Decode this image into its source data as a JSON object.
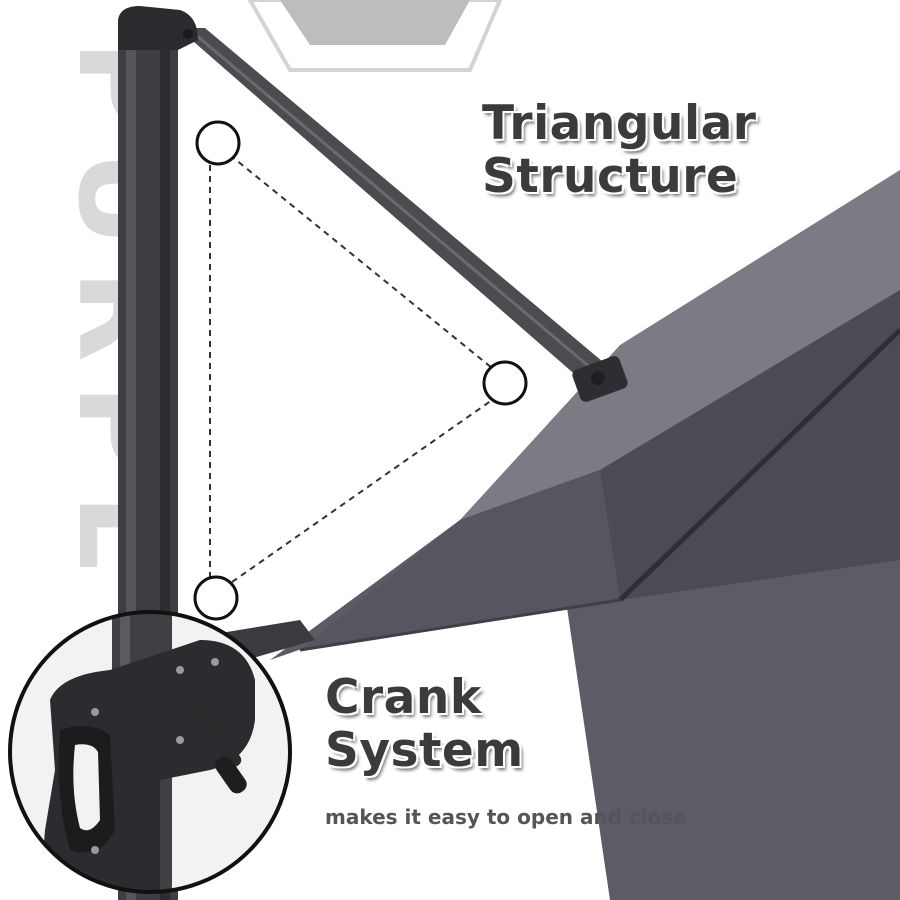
{
  "feature_top": {
    "line1": "Triangular",
    "line2": "Structure"
  },
  "feature_bottom": {
    "line1": "Crank",
    "line2": "System",
    "caption": "makes it easy to open and close"
  },
  "watermark": {
    "text": "PURPL"
  },
  "icons": [
    "hexagon-outline-icon",
    "pivot-point-icon"
  ],
  "colors": {
    "canopy": "#4a4b55",
    "canopy_highlight": "#6c6d77",
    "pole": "#3a3b3e",
    "headline": "#3b3b3b",
    "caption": "#555555",
    "hexagon": "#cfcfcf",
    "watermark": "#d9d9d9"
  }
}
